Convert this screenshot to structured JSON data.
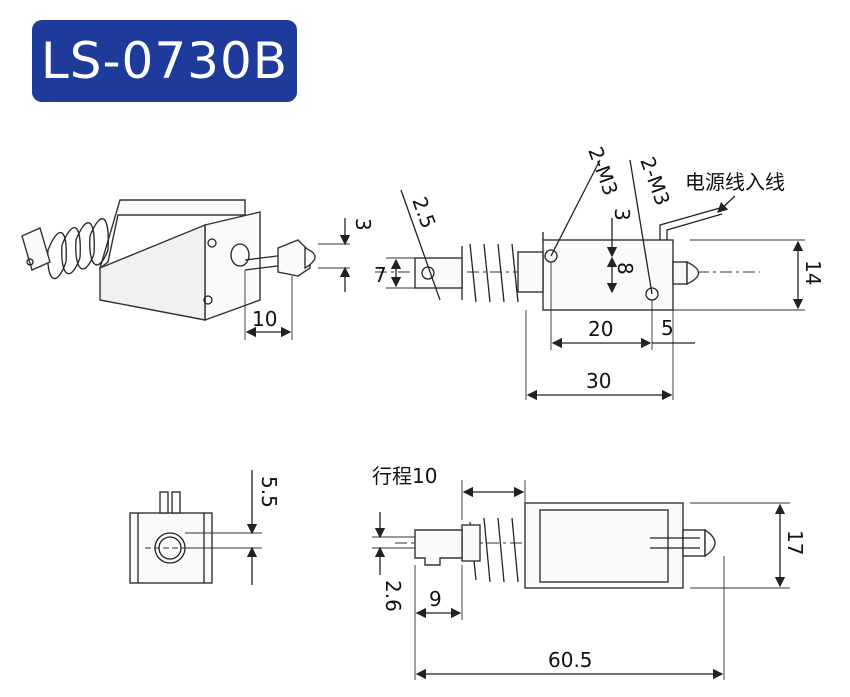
{
  "title": "LS-0730B",
  "labels": {
    "power_wire": "电源线入线",
    "stroke": "行程10",
    "thread_a": "2-M3",
    "thread_b": "2-M3"
  },
  "dimensions": {
    "d_3_side": "3",
    "d_10_side": "10",
    "d_2_5": "2.5",
    "d_7": "7",
    "d_3_top": "3",
    "d_8": "8",
    "d_14": "14",
    "d_20": "20",
    "d_5": "5",
    "d_30": "30",
    "d_5_5": "5.5",
    "d_17": "17",
    "d_2_6": "2.6",
    "d_9": "9",
    "d_60_5": "60.5"
  },
  "colors": {
    "badge": "#1e3a9a",
    "badge_text": "#ffffff",
    "line": "#222222"
  }
}
